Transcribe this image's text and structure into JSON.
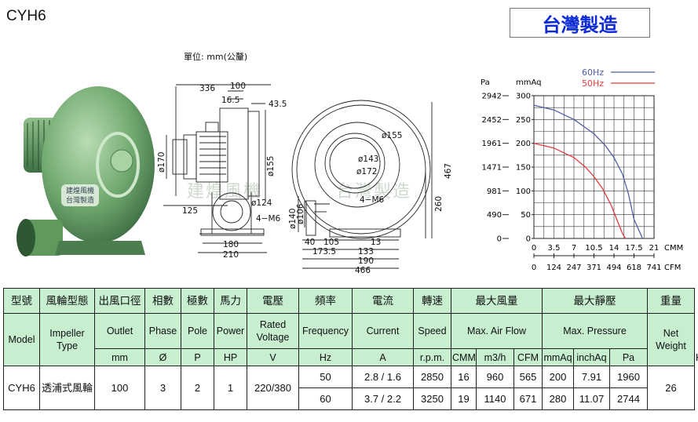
{
  "header": {
    "model_title": "CYH6",
    "origin_badge": "台灣製造"
  },
  "photo": {
    "nameplate_line1": "建煌風機",
    "nameplate_line2": "台灣製造"
  },
  "drawing": {
    "unit_note": "單位: mm(公釐)",
    "side_view": {
      "dim_336": "336",
      "dim_100": "100",
      "dim_16_5": "16.5",
      "dim_43_5": "43.5",
      "dim_170": "ø170",
      "dim_155": "ø155",
      "dim_125": "125",
      "dim_124": "ø124",
      "dim_4m6": "4−M6",
      "dim_180": "180",
      "dim_210": "210",
      "dim_140": "ø140",
      "dim_106": "ø106"
    },
    "front_view": {
      "dim_155": "ø155",
      "dim_143": "ø143",
      "dim_172": "ø172",
      "dim_4m6": "4−M6",
      "dim_467": "467",
      "dim_260": "260",
      "dim_40": "40",
      "dim_105": "105",
      "dim_173_5": "173.5",
      "dim_13": "13",
      "dim_133": "133",
      "dim_190": "190",
      "dim_466": "466"
    }
  },
  "watermark": {
    "brand": "建煌風機",
    "made": "台灣製造"
  },
  "chart_data": {
    "type": "line",
    "legend": [
      "60Hz",
      "50Hz"
    ],
    "legend_placement": "top-right",
    "series_colors": {
      "60Hz": "#4d5fa8",
      "50Hz": "#e53a3a"
    },
    "y_left_unit": "Pa",
    "y_left_ticks": [
      "2942",
      "2452",
      "1961",
      "1471",
      "981",
      "490",
      "0"
    ],
    "y_right_unit": "mmAq",
    "y_right_ticks": [
      "300",
      "250",
      "200",
      "150",
      "100",
      "50",
      "0"
    ],
    "x_ticks_cmm": [
      "0",
      "3.5",
      "7",
      "10.5",
      "14",
      "17.5",
      "21"
    ],
    "x_label_cmm": "CMM",
    "x_ticks_cfm": [
      "0",
      "124",
      "247",
      "371",
      "494",
      "618",
      "741"
    ],
    "x_label_cfm": "CFM",
    "xlim": [
      0,
      21
    ],
    "ylim": [
      0,
      300
    ],
    "grid": true,
    "series": [
      {
        "name": "60Hz",
        "x": [
          0,
          3.5,
          7,
          10.5,
          12.5,
          14,
          15.5,
          16.5,
          17.5,
          19
        ],
        "y": [
          280,
          270,
          250,
          220,
          195,
          170,
          135,
          95,
          40,
          0
        ]
      },
      {
        "name": "50Hz",
        "x": [
          0,
          3.5,
          7,
          9,
          10.5,
          12,
          13.5,
          14.5,
          15.5,
          16
        ],
        "y": [
          200,
          190,
          170,
          150,
          130,
          105,
          70,
          40,
          10,
          0
        ]
      }
    ]
  },
  "table": {
    "header_zh": {
      "model": "型號",
      "impeller": "風輪型態",
      "outlet": "出風口徑",
      "phase": "相數",
      "pole": "極數",
      "power": "馬力",
      "voltage": "電壓",
      "frequency": "頻率",
      "current": "電流",
      "speed": "轉速",
      "max_air_flow": "最大風量",
      "max_pressure": "最大靜壓",
      "weight": "重量"
    },
    "header_en": {
      "model": "Model",
      "impeller": "Impeller Type",
      "outlet": "Outlet",
      "phase": "Phase",
      "pole": "Pole",
      "power": "Power",
      "voltage": "Rated Voltage",
      "frequency": "Frequency",
      "current": "Current",
      "speed": "Speed",
      "max_air_flow": "Max. Air Flow",
      "max_pressure": "Max. Pressure",
      "weight": "Net Weight"
    },
    "units": {
      "outlet": "mm",
      "phase": "Ø",
      "pole": "P",
      "power": "HP",
      "voltage": "V",
      "frequency": "Hz",
      "current": "A",
      "speed": "r.p.m.",
      "cmm": "CMM",
      "m3h": "m3/h",
      "cfm": "CFM",
      "mmaq": "mmAq",
      "inchaq": "inchAq",
      "pa": "Pa",
      "weight": "KG"
    },
    "model": "CYH6",
    "impeller": "透浦式風輪",
    "outlet": "100",
    "phase": "3",
    "pole": "2",
    "power": "1",
    "voltage": "220/380",
    "weight": "26",
    "rows": [
      {
        "frequency": "50",
        "current": "2.8 / 1.6",
        "speed": "2850",
        "cmm": "16",
        "m3h": "960",
        "cfm": "565",
        "mmaq": "200",
        "inchaq": "7.91",
        "pa": "1960"
      },
      {
        "frequency": "60",
        "current": "3.7 / 2.2",
        "speed": "3250",
        "cmm": "19",
        "m3h": "1140",
        "cfm": "671",
        "mmaq": "280",
        "inchaq": "11.07",
        "pa": "2744"
      }
    ]
  }
}
